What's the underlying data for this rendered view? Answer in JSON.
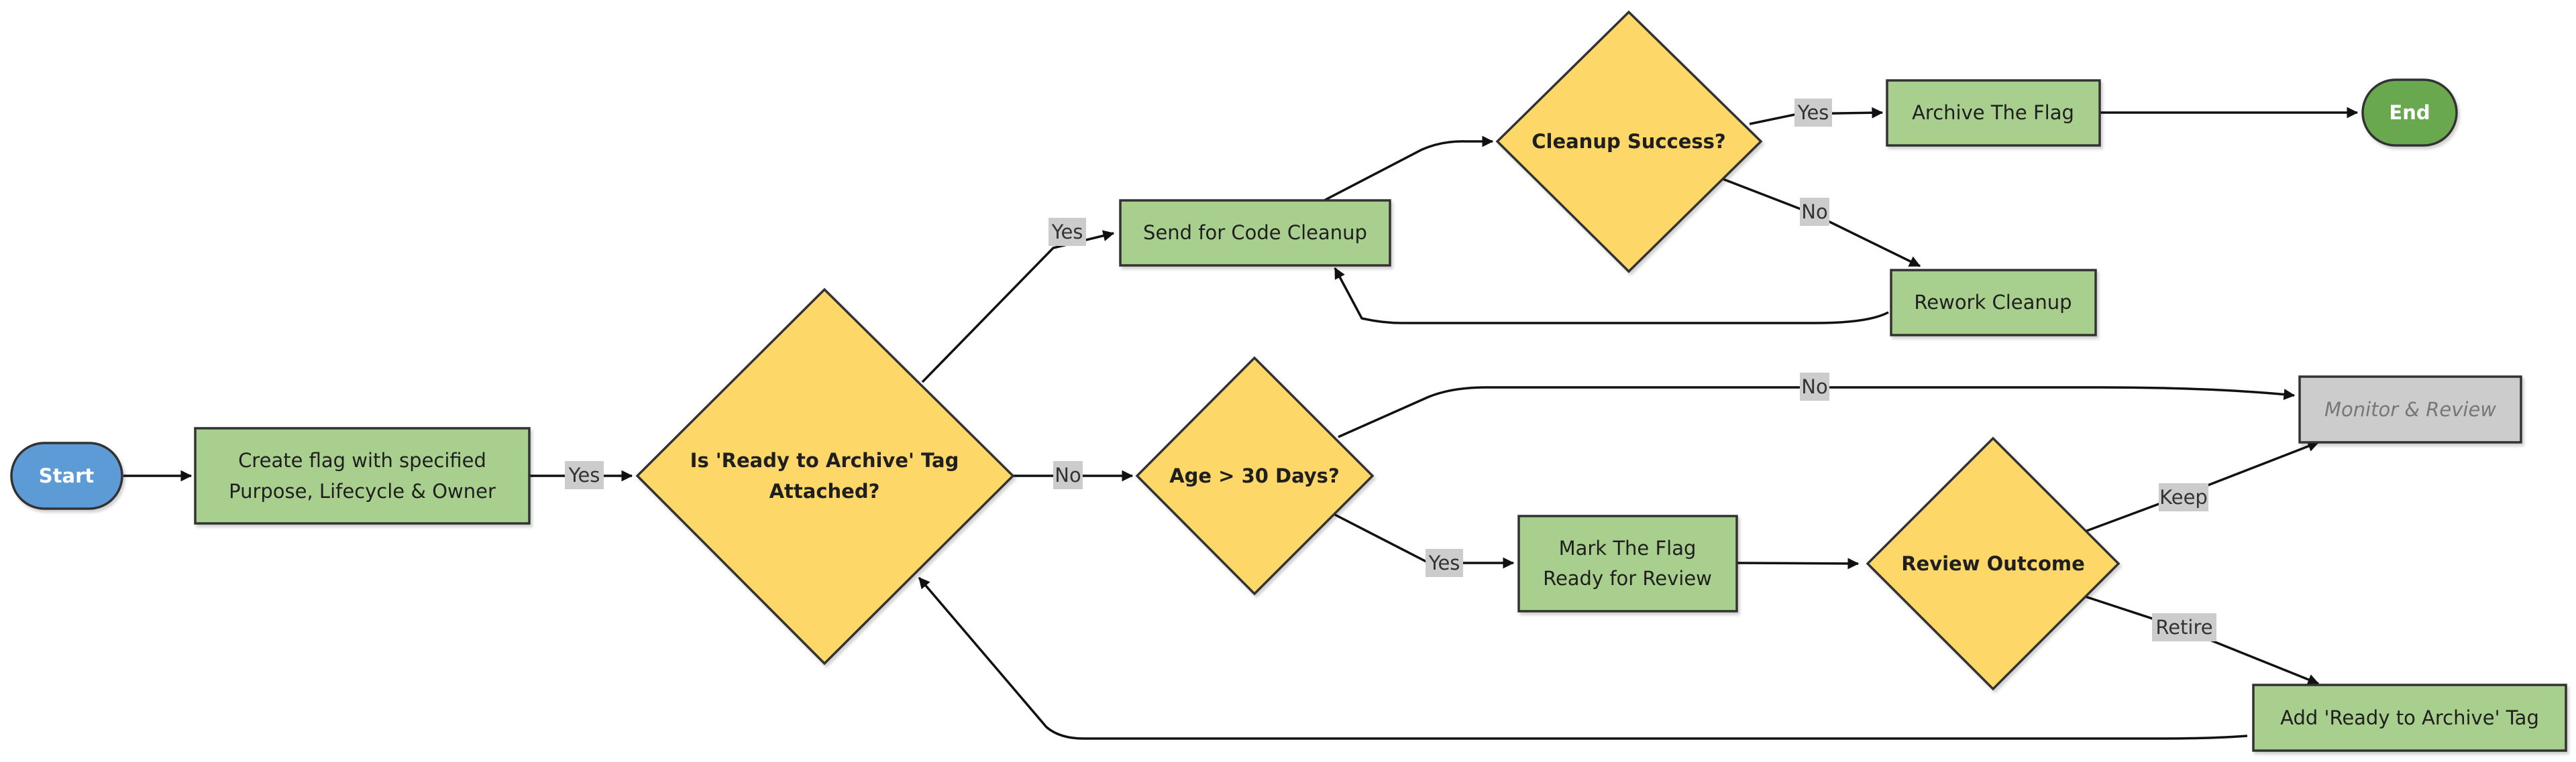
{
  "nodes": {
    "start": "Start",
    "create_flag": [
      "Create flag with specified",
      "Purpose, Lifecycle & Owner"
    ],
    "is_ready_tag": [
      "Is 'Ready to Archive' Tag",
      "Attached?"
    ],
    "send_cleanup": "Send for Code Cleanup",
    "cleanup_success": "Cleanup Success?",
    "archive_flag": "Archive The Flag",
    "end": "End",
    "rework_cleanup": "Rework Cleanup",
    "age_check": "Age > 30 Days?",
    "monitor_review": "Monitor & Review",
    "mark_ready": [
      "Mark The Flag",
      "Ready for Review"
    ],
    "review_outcome": "Review Outcome",
    "add_tag": "Add 'Ready to Archive' Tag"
  },
  "edges": {
    "create_to_decision": "Yes",
    "decision_to_cleanup": "Yes",
    "decision_to_age": "No",
    "success_to_archive": "Yes",
    "success_to_rework": "No",
    "age_to_monitor": "No",
    "age_to_mark": "Yes",
    "outcome_keep": "Keep",
    "outcome_retire": "Retire"
  },
  "colors": {
    "process_fill": "#a8cf8e",
    "decision_fill": "#fdd868",
    "start_fill": "#5b9bd5",
    "end_fill": "#6aa84f",
    "monitor_fill": "#cccccc",
    "stroke": "#333333"
  }
}
